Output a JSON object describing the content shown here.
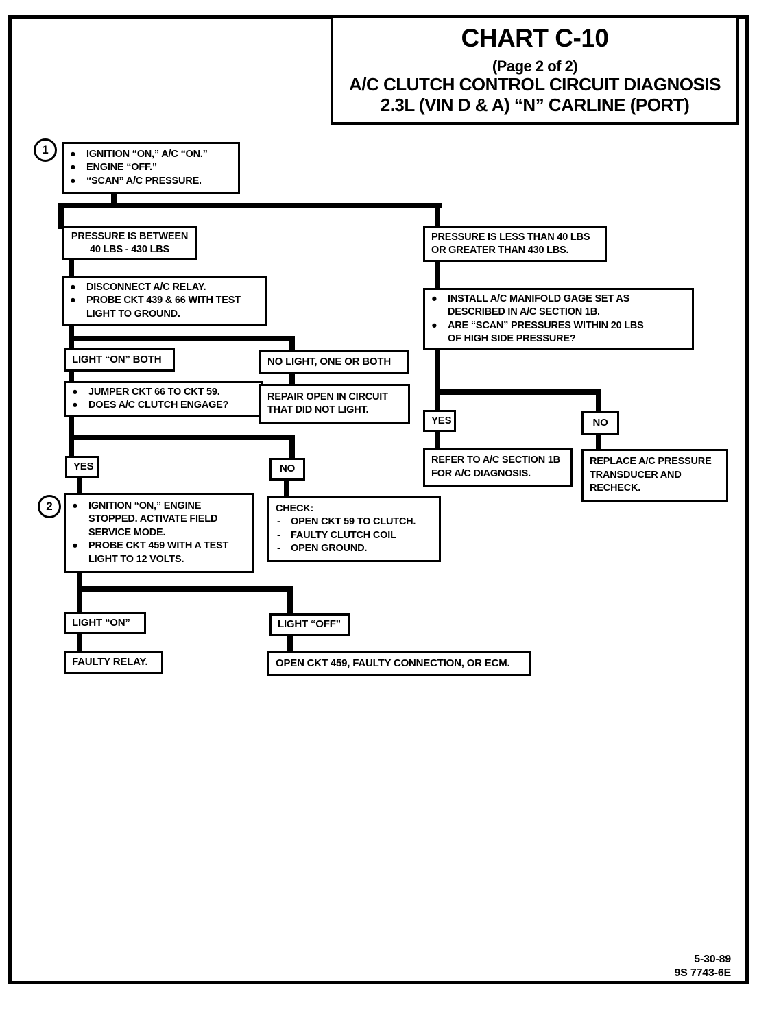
{
  "title": {
    "main": "CHART C-10",
    "sub": "(Page 2 of 2)",
    "line3": "A/C CLUTCH CONTROL CIRCUIT DIAGNOSIS",
    "line4": "2.3L (VIN D & A) “N” CARLINE (PORT)"
  },
  "chars": {
    "bullet": "●",
    "dash": "-"
  },
  "steps": {
    "circle1": "1",
    "circle2": "2"
  },
  "nodes": {
    "step1": {
      "items": [
        "IGNITION “ON,” A/C “ON.”",
        "ENGINE “OFF.”",
        "“SCAN” A/C PRESSURE."
      ]
    },
    "pressure_in_range": {
      "lines": [
        "PRESSURE IS BETWEEN",
        "40 LBS - 430 LBS"
      ]
    },
    "pressure_out_range": {
      "lines": [
        "PRESSURE IS LESS THAN 40 LBS",
        "OR GREATER THAN 430 LBS."
      ]
    },
    "disconnect": {
      "items": [
        "DISCONNECT A/C RELAY.",
        "PROBE CKT 439 & 66 WITH TEST LIGHT TO GROUND."
      ]
    },
    "light_on_both": {
      "label": "LIGHT “ON” BOTH"
    },
    "no_light": {
      "label": "NO LIGHT, ONE OR BOTH"
    },
    "jumper": {
      "items": [
        "JUMPER CKT 66 TO CKT 59.",
        "DOES A/C CLUTCH ENGAGE?"
      ]
    },
    "repair_open": {
      "lines": [
        "REPAIR OPEN IN CIRCUIT",
        "THAT DID NOT LIGHT."
      ]
    },
    "yes_left": {
      "label": "YES"
    },
    "no_left": {
      "label": "NO"
    },
    "step2": {
      "items": [
        "IGNITION “ON,” ENGINE STOPPED.  ACTIVATE FIELD SERVICE MODE.",
        "PROBE CKT 459 WITH A TEST LIGHT TO 12 VOLTS."
      ]
    },
    "check": {
      "title": "CHECK:",
      "items": [
        "OPEN CKT 59 TO CLUTCH.",
        "FAULTY CLUTCH COIL",
        "OPEN GROUND."
      ]
    },
    "light_on": {
      "label": "LIGHT “ON”"
    },
    "light_off": {
      "label": "LIGHT “OFF”"
    },
    "faulty_relay": {
      "label": "FAULTY RELAY."
    },
    "open_ckt": {
      "label": "OPEN CKT 459, FAULTY CONNECTION, OR ECM."
    },
    "install": {
      "items": [
        "INSTALL A/C MANIFOLD GAGE SET AS DESCRIBED IN A/C SECTION 1B.",
        "ARE “SCAN” PRESSURES WITHIN 20 LBS OF HIGH SIDE PRESSURE?"
      ]
    },
    "yes_right": {
      "label": "YES"
    },
    "no_right": {
      "label": "NO"
    },
    "refer": {
      "lines": [
        "REFER TO A/C SECTION 1B",
        "FOR A/C DIAGNOSIS."
      ]
    },
    "replace": {
      "lines": [
        "REPLACE A/C PRESSURE",
        "TRANSDUCER AND",
        "RECHECK."
      ]
    }
  },
  "footer": {
    "date": "5-30-89",
    "code": "9S 7743-6E"
  },
  "colors": {
    "ink": "#000000",
    "paper": "#ffffff"
  }
}
